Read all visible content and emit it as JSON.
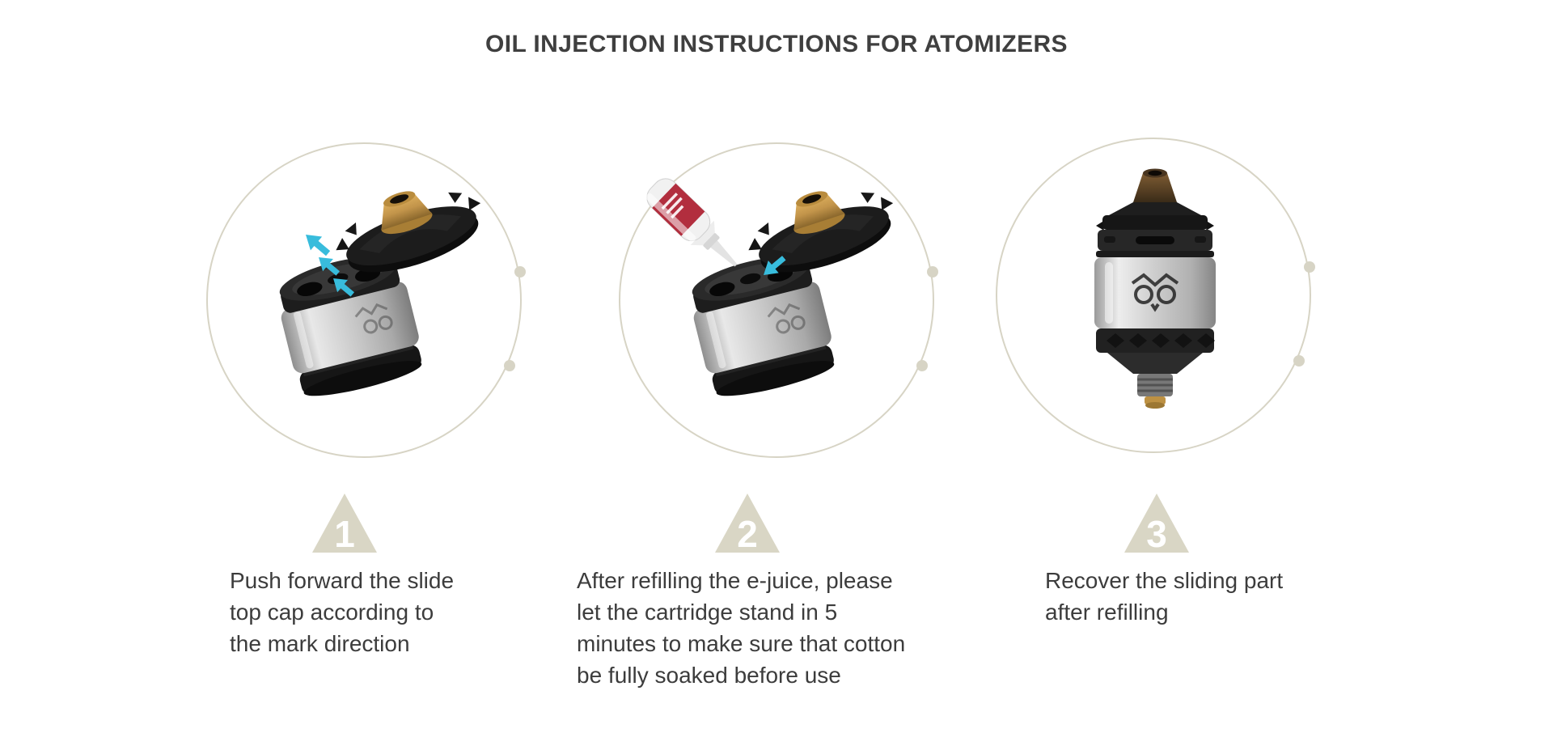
{
  "title": "OIL INJECTION INSTRUCTIONS FOR ATOMIZERS",
  "steps": [
    {
      "number": "1",
      "caption": "Push forward the slide\ntop cap according to\nthe mark direction"
    },
    {
      "number": "2",
      "caption": "After refilling the e-juice, please\nlet the cartridge stand in 5\nminutes to make sure that cotton\nbe fully soaked before use"
    },
    {
      "number": "3",
      "caption": "Recover the sliding part\nafter refilling"
    }
  ],
  "colors": {
    "accent_beige": "#d7d4c5",
    "arrow_cyan": "#38bcdc",
    "drip_tip_gold": "#c2944a",
    "text": "#3c3c3c"
  }
}
